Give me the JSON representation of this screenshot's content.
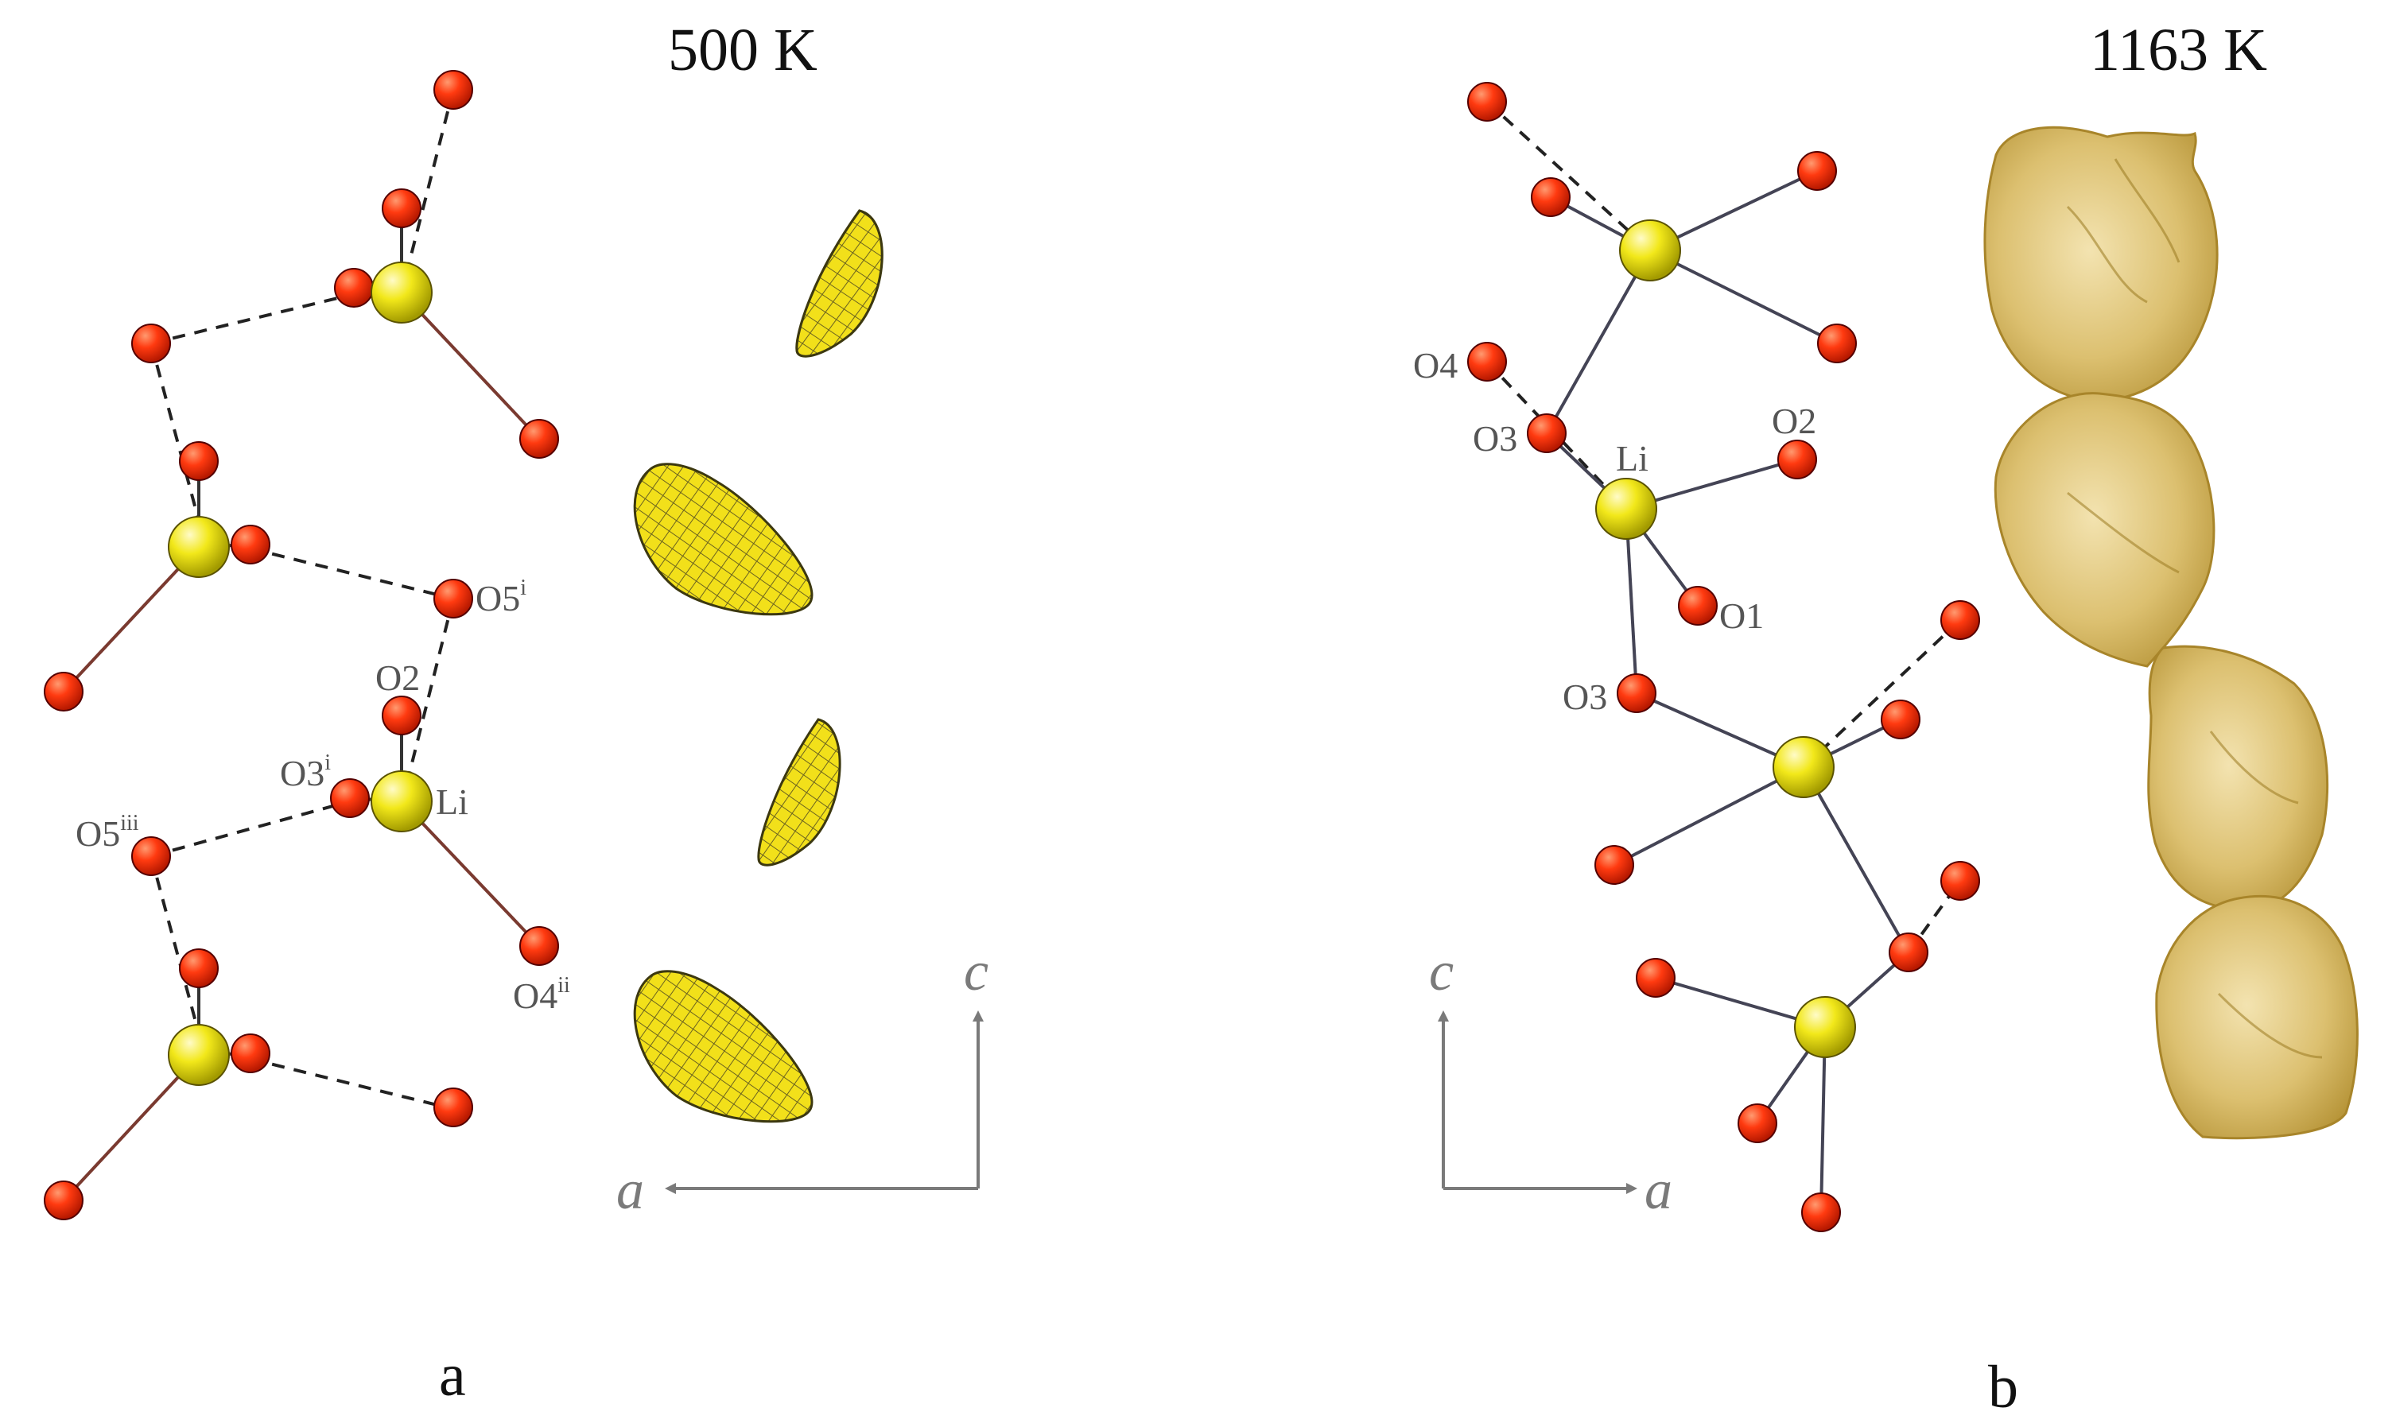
{
  "panels": [
    {
      "id": "a",
      "label": "a",
      "temperature": "500 K",
      "atom_labels": [
        {
          "base": "O5",
          "sup": "i"
        },
        {
          "base": "O2",
          "sup": ""
        },
        {
          "base": "O3",
          "sup": "i"
        },
        {
          "base": "Li",
          "sup": ""
        },
        {
          "base": "O5",
          "sup": "iii"
        },
        {
          "base": "O4",
          "sup": "ii"
        }
      ],
      "axes": {
        "horizontal": "a",
        "vertical": "c"
      }
    },
    {
      "id": "b",
      "label": "b",
      "temperature": "1163 K",
      "atom_labels": [
        {
          "base": "O4",
          "sup": ""
        },
        {
          "base": "O3",
          "sup": ""
        },
        {
          "base": "Li",
          "sup": ""
        },
        {
          "base": "O2",
          "sup": ""
        },
        {
          "base": "O1",
          "sup": ""
        },
        {
          "base": "O3",
          "sup": ""
        }
      ],
      "axes": {
        "horizontal": "a",
        "vertical": "c"
      }
    }
  ],
  "colors": {
    "oxygen": "#ee3a10",
    "lithium": "#e8e010",
    "bond": "#444455",
    "bond_alt": "#7a3a30",
    "density": "#d9b95a",
    "ellipsoid": "#f2e01a",
    "axis": "#7a7a7a"
  }
}
